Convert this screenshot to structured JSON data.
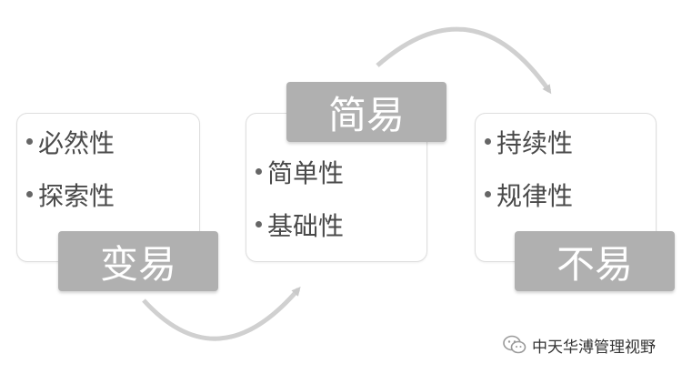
{
  "groups": [
    {
      "title": "变易",
      "items": [
        "必然性",
        "探索性"
      ]
    },
    {
      "title": "简易",
      "items": [
        "简单性",
        "基础性"
      ]
    },
    {
      "title": "不易",
      "items": [
        "持续性",
        "规律性"
      ]
    }
  ],
  "watermark": {
    "text": "中天华溥管理视野",
    "icon": "wechat-icon"
  },
  "colors": {
    "label_bg": "#b0b0b0",
    "card_border": "#dedede",
    "arrow": "#cfcfcf",
    "text": "#4a4a4a"
  }
}
